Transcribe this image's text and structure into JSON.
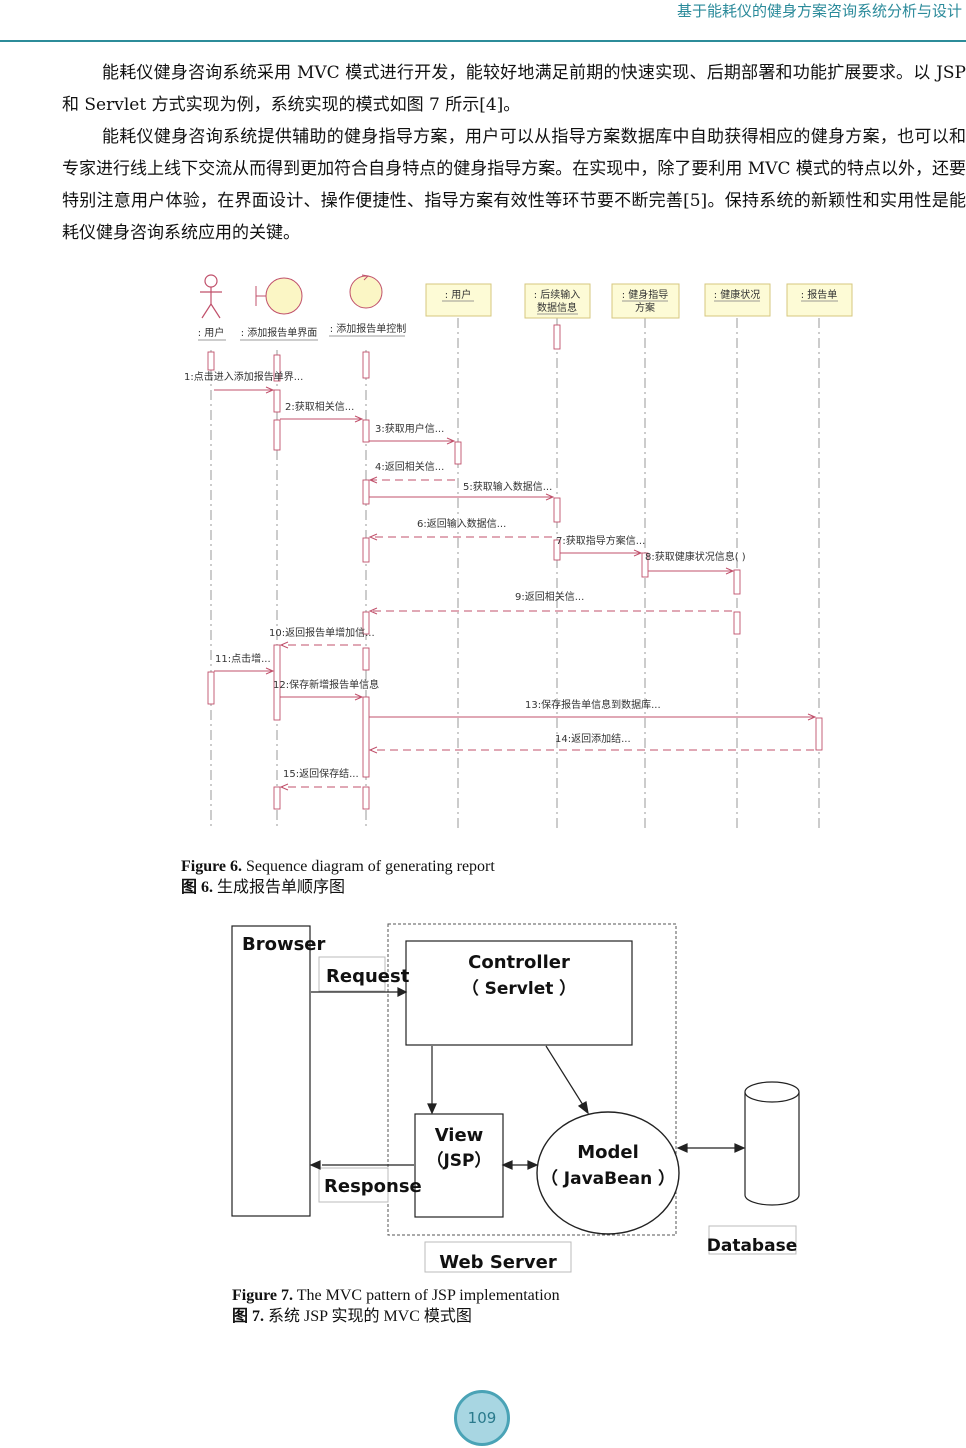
{
  "header": {
    "running_title": "基于能耗仪的健身方案咨询系统分析与设计"
  },
  "body": {
    "p1": "能耗仪健身咨询系统采用 MVC 模式进行开发，能较好地满足前期的快速实现、后期部署和功能扩展要求。以 JSP 和 Servlet 方式实现为例，系统实现的模式如图 7 所示[4]。",
    "p2": "能耗仪健身咨询系统提供辅助的健身指导方案，用户可以从指导方案数据库中自助获得相应的健身方案，也可以和专家进行线上线下交流从而得到更加符合自身特点的健身指导方案。在实现中，除了要利用 MVC 模式的特点以外，还要特别注意用户体验，在界面设计、操作便捷性、指导方案有效性等环节要不断完善[5]。保持系统的新颖性和实用性是能耗仪健身咨询系统应用的关键。"
  },
  "fig6": {
    "caption_en_label": "Figure 6.",
    "caption_en": " Sequence diagram of generating report",
    "caption_cn_label": "图 6.",
    "caption_cn": " 生成报告单顺序图",
    "lifelines": [
      {
        "label": ": 用户"
      },
      {
        "label": ": 添加报告单界面"
      },
      {
        "label": ": 添加报告单控制"
      },
      {
        "label": ": 用户"
      },
      {
        "label": ": 后续输入\n数据信息"
      },
      {
        "label": ": 健身指导\n方案"
      },
      {
        "label": ": 健康状况"
      },
      {
        "label": ": 报告单"
      }
    ],
    "messages": [
      {
        "label": "1:点击进入添加报告单界..."
      },
      {
        "label": "2:获取相关信..."
      },
      {
        "label": "3:获取用户信..."
      },
      {
        "label": "4:返回相关信..."
      },
      {
        "label": "5:获取输入数据信..."
      },
      {
        "label": "6:返回输入数据信..."
      },
      {
        "label": "7:获取指导方案信..."
      },
      {
        "label": "8:获取健康状况信息( )"
      },
      {
        "label": "9:返回相关信..."
      },
      {
        "label": "10:返回报告单增加信..."
      },
      {
        "label": "11:点击增..."
      },
      {
        "label": "12:保存新增报告单信息"
      },
      {
        "label": "13:保存报告单信息到数据库..."
      },
      {
        "label": "14:返回添加结..."
      },
      {
        "label": "15:返回保存结..."
      }
    ]
  },
  "fig7": {
    "caption_en_label": "Figure 7.",
    "caption_en": " The MVC pattern of JSP implementation",
    "caption_cn_label": "图 7.",
    "caption_cn": " 系统 JSP 实现的 MVC 模式图",
    "browser": "Browser",
    "request": "Request",
    "response": "Response",
    "controller": "Controller",
    "controller_sub": "（ Servlet ）",
    "view": "View",
    "view_sub": "（JSP）",
    "model": "Model",
    "model_sub": "（ JavaBean ）",
    "database": "Database",
    "web_server": "Web  Server"
  },
  "footer": {
    "page_number": "109"
  }
}
